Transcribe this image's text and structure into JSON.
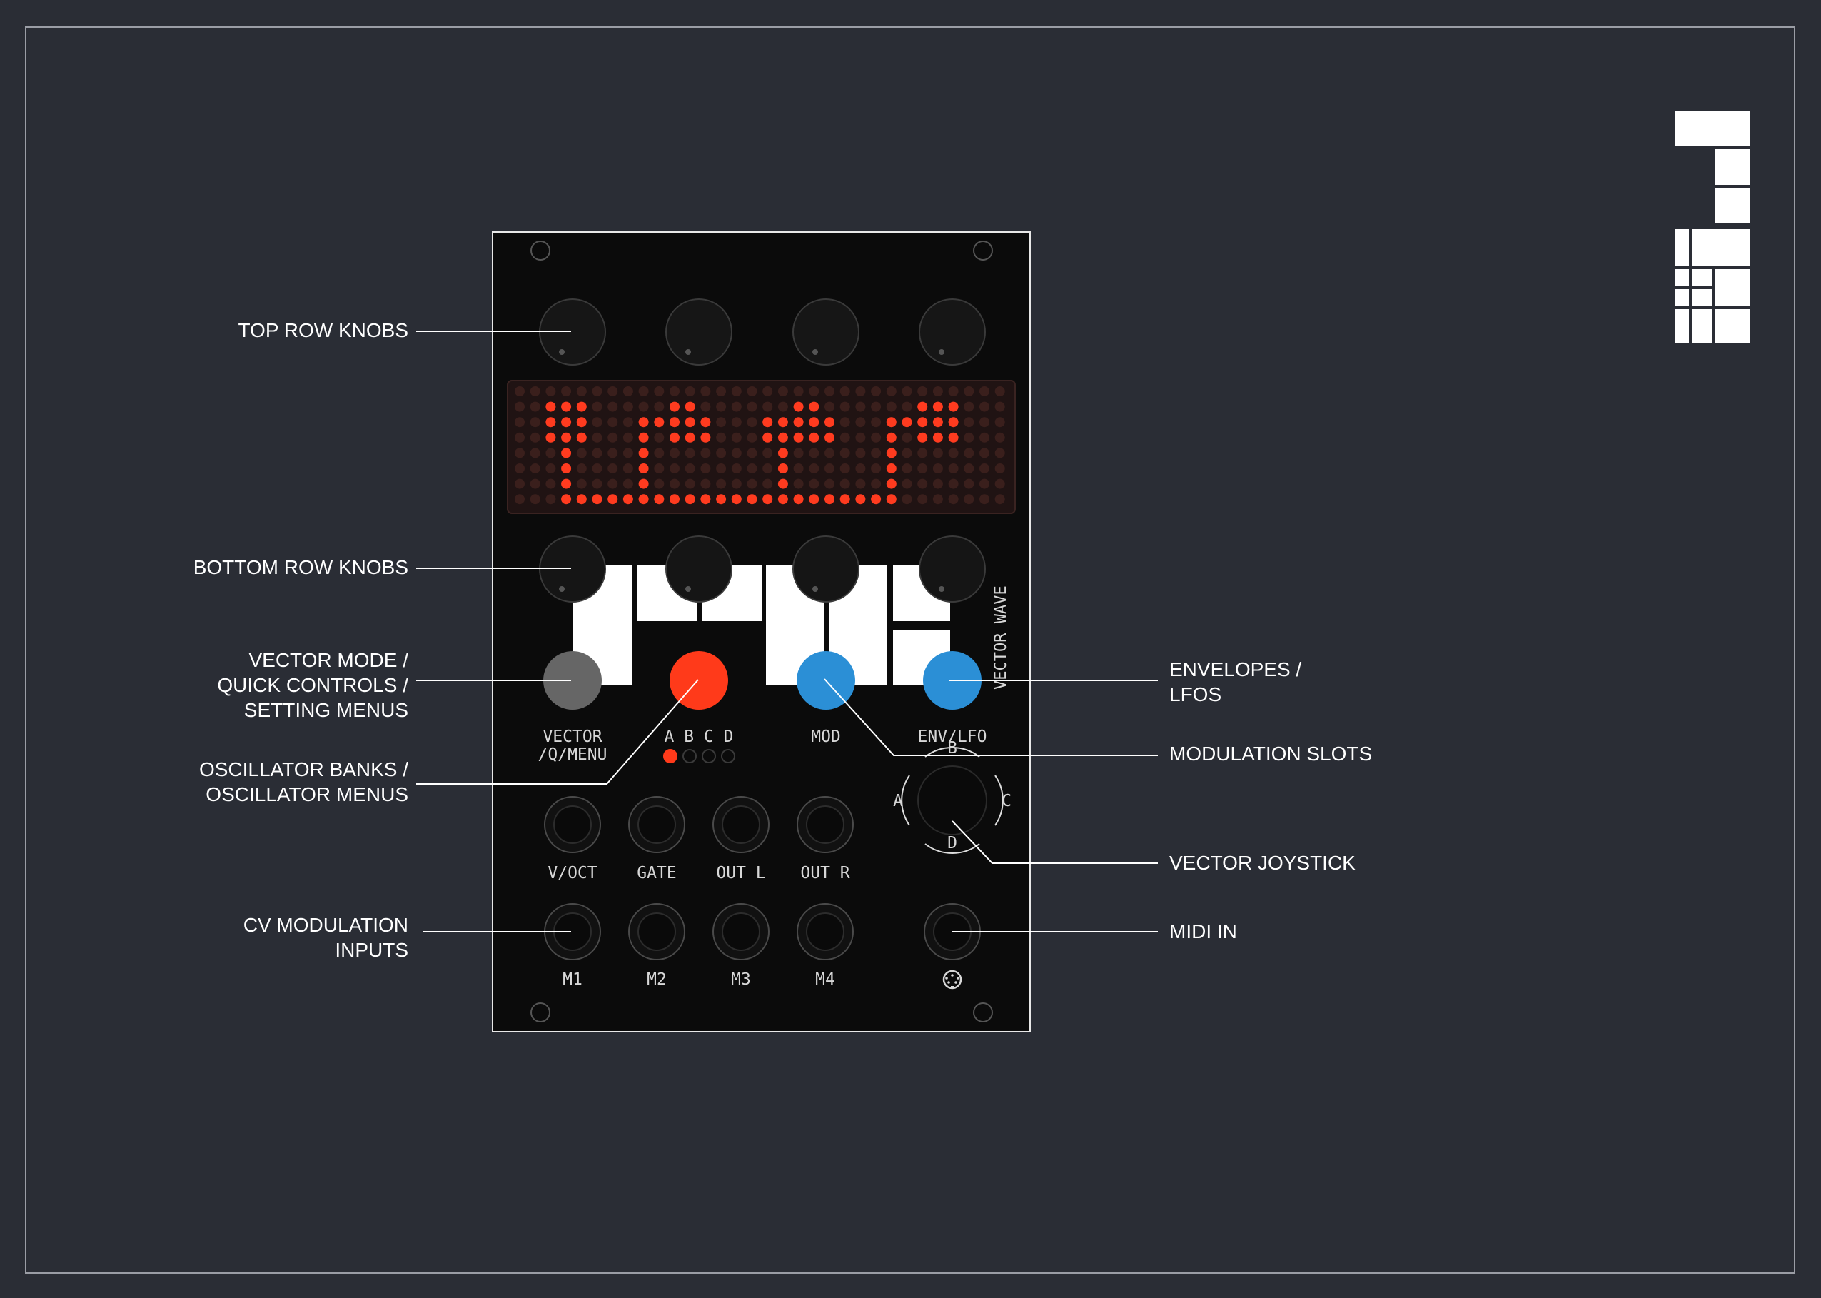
{
  "colors": {
    "background": "#2a2d35",
    "panel": "#0b0b0b",
    "led_on": "#ff3b1f",
    "led_off": "#3a1f1c",
    "button_grey": "#666666",
    "button_red": "#ff3a1a",
    "button_blue": "#2b8fd6",
    "text": "#ffffff"
  },
  "callouts": {
    "top_row_knobs": "TOP ROW KNOBS",
    "bottom_row_knobs": "BOTTOM ROW KNOBS",
    "vector_mode": "VECTOR MODE /\nQUICK CONTROLS /\nSETTING MENUS",
    "oscillator_banks": "OSCILLATOR BANKS /\nOSCILLATOR MENUS",
    "cv_modulation": "CV MODULATION\nINPUTS",
    "envelopes": "ENVELOPES /\nLFOS",
    "modulation_slots": "MODULATION SLOTS",
    "vector_joystick": "VECTOR JOYSTICK",
    "midi_in": "MIDI IN"
  },
  "panel": {
    "name": "VECTOR WAVE",
    "buttons": {
      "vector": "VECTOR",
      "vector_sub": "/Q/MENU",
      "banks": "A B C D",
      "mod": "MOD",
      "env_lfo": "ENV/LFO"
    },
    "bank_indicators": [
      {
        "label": "A",
        "active": true
      },
      {
        "label": "B",
        "active": false
      },
      {
        "label": "C",
        "active": false
      },
      {
        "label": "D",
        "active": false
      }
    ],
    "joystick": {
      "a": "A",
      "b": "B",
      "c": "C",
      "d": "D"
    },
    "jacks_row1": [
      "V/OCT",
      "GATE",
      "OUT L",
      "OUT R"
    ],
    "jacks_row2": [
      "M1",
      "M2",
      "M3",
      "M4"
    ],
    "midi_icon": "midi-din-icon"
  }
}
